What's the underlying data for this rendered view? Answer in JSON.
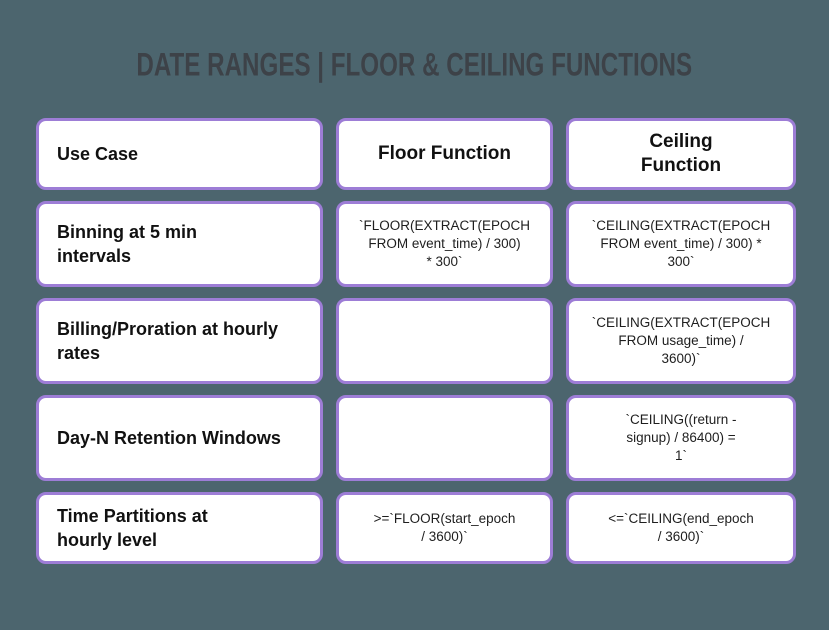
{
  "title": "DATE RANGES | FLOOR & CEILING FUNCTIONS",
  "colors": {
    "background": "#4c656e",
    "card_background": "#ffffff",
    "card_border": "#9d7dd6",
    "title_text": "#3d4248",
    "body_text": "#111111"
  },
  "table": {
    "headers": {
      "use_case": "Use Case",
      "floor": "Floor Function",
      "ceiling": "Ceiling\nFunction"
    },
    "rows": [
      {
        "use_case": "Binning at 5 min\nintervals",
        "floor": "`FLOOR(EXTRACT(EPOCH\nFROM event_time) / 300)\n* 300`",
        "ceiling": "`CEILING(EXTRACT(EPOCH\nFROM event_time) / 300) *\n300`"
      },
      {
        "use_case": "Billing/Proration at hourly\nrates",
        "floor": "",
        "ceiling": "`CEILING(EXTRACT(EPOCH\nFROM usage_time) /\n3600)`"
      },
      {
        "use_case": "Day-N Retention Windows",
        "floor": "",
        "ceiling": "`CEILING((return -\nsignup) / 86400) =\n1`"
      },
      {
        "use_case": "Time Partitions at\nhourly level",
        "floor": ">=`FLOOR(start_epoch\n/ 3600)`",
        "ceiling": "<=`CEILING(end_epoch\n/ 3600)`"
      }
    ]
  }
}
